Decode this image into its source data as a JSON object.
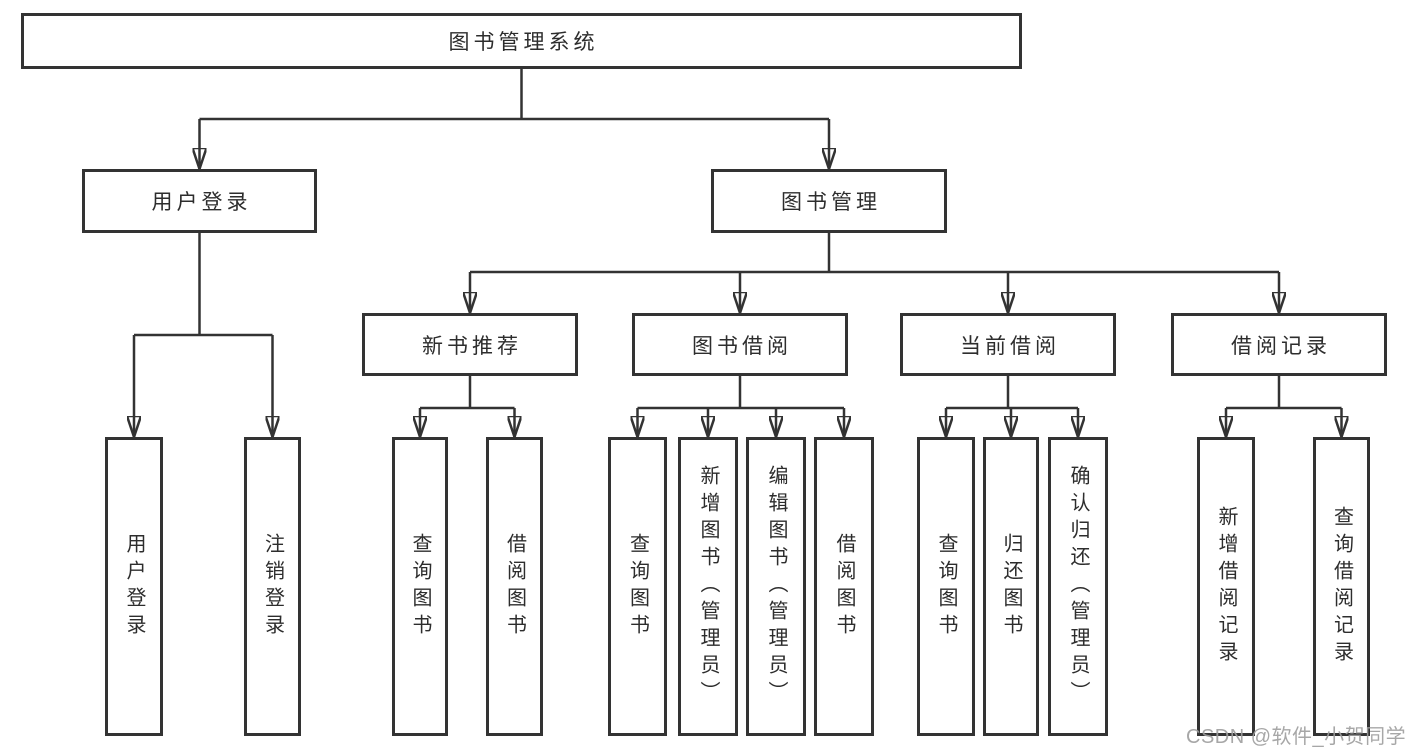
{
  "tree": {
    "root": "图书管理系统",
    "level2": [
      {
        "label": "用户登录",
        "children": [
          {
            "label": "用户登录"
          },
          {
            "label": "注销登录"
          }
        ]
      },
      {
        "label": "图书管理",
        "children": [
          {
            "label": "新书推荐",
            "children": [
              {
                "label": "查询图书"
              },
              {
                "label": "借阅图书"
              }
            ]
          },
          {
            "label": "图书借阅",
            "children": [
              {
                "label": "查询图书"
              },
              {
                "label": "新增图书（管理员）"
              },
              {
                "label": "编辑图书（管理员）"
              },
              {
                "label": "借阅图书"
              }
            ]
          },
          {
            "label": "当前借阅",
            "children": [
              {
                "label": "查询图书"
              },
              {
                "label": "归还图书"
              },
              {
                "label": "确认归还（管理员）"
              }
            ]
          },
          {
            "label": "借阅记录",
            "children": [
              {
                "label": "新增借阅记录"
              },
              {
                "label": "查询借阅记录"
              }
            ]
          }
        ]
      }
    ]
  },
  "watermark": "CSDN @软件_小贺同学",
  "colors": {
    "line": "#333333",
    "text": "#2d2d2d",
    "box_background": "#ffffff",
    "page_background": "#ffffff",
    "watermark": "#9e9e9e"
  }
}
